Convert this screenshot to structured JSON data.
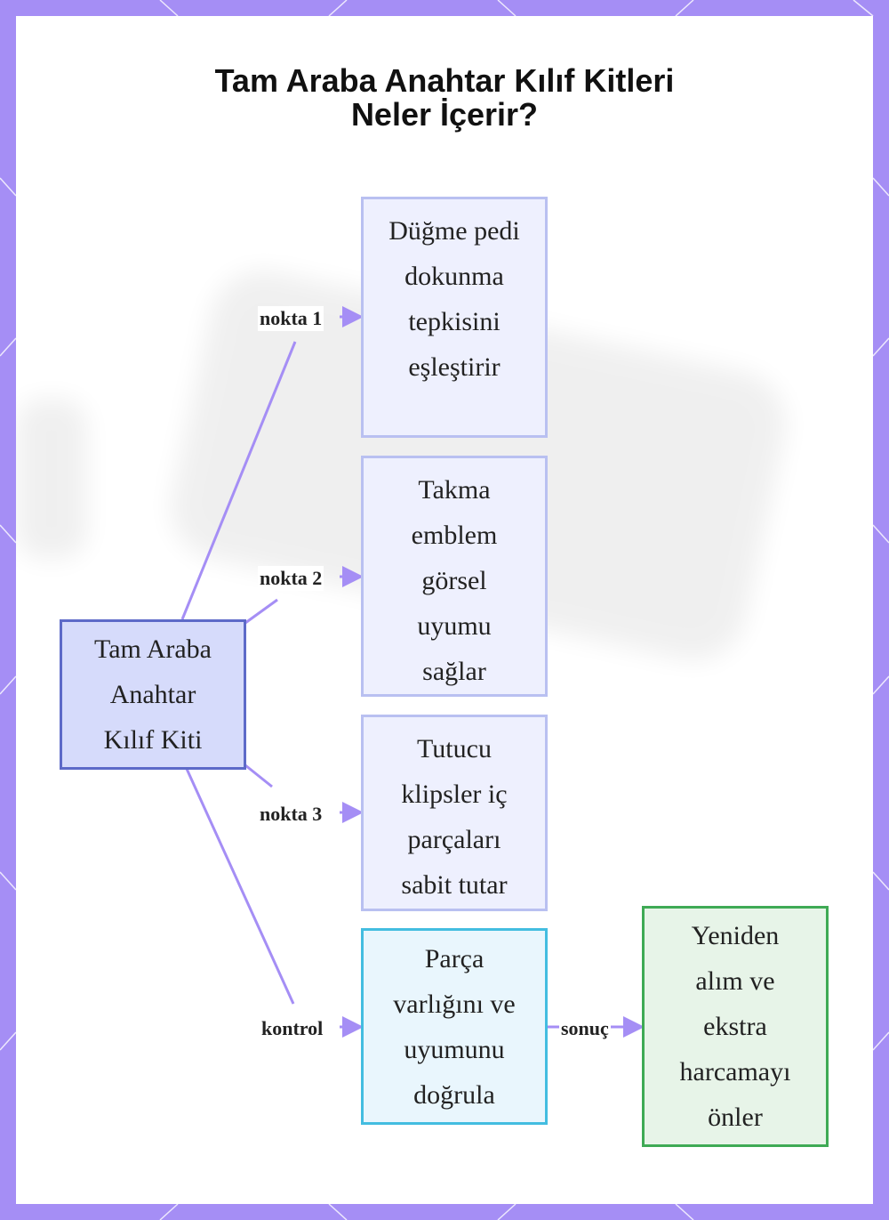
{
  "title": [
    "Tam Araba Anahtar Kılıf Kitleri",
    "Neler İçerir?"
  ],
  "nodes": {
    "hub": [
      "Tam Araba",
      "Anahtar",
      "Kılıf Kiti"
    ],
    "part1": [
      "Düğme pedi",
      "dokunma",
      "tepkisini",
      "eşleştirir"
    ],
    "part2": [
      "Takma",
      "emblem",
      "görsel",
      "uyumu",
      "sağlar"
    ],
    "part3": [
      "Tutucu",
      "klipsler iç",
      "parçaları",
      "sabit tutar"
    ],
    "check": [
      "Parça",
      "varlığını ve",
      "uyumunu",
      "doğrula"
    ],
    "result": [
      "Yeniden",
      "alım ve",
      "ekstra",
      "harcamayı",
      "önler"
    ]
  },
  "edges": {
    "e1": "nokta 1",
    "e2": "nokta 2",
    "e3": "nokta 3",
    "e4": "kontrol",
    "e5": "sonuç"
  },
  "colors": {
    "frame": "#a58ef5",
    "edge": "#a58ef5",
    "hub_fill": "#d6dbfb",
    "hub_border": "#5d6ac8",
    "part_fill": "#eef0fe",
    "part_border": "#b9c0f1",
    "check_fill": "#e9f6fd",
    "check_border": "#43bde0",
    "result_fill": "#e7f4e8",
    "result_border": "#3faa55"
  }
}
